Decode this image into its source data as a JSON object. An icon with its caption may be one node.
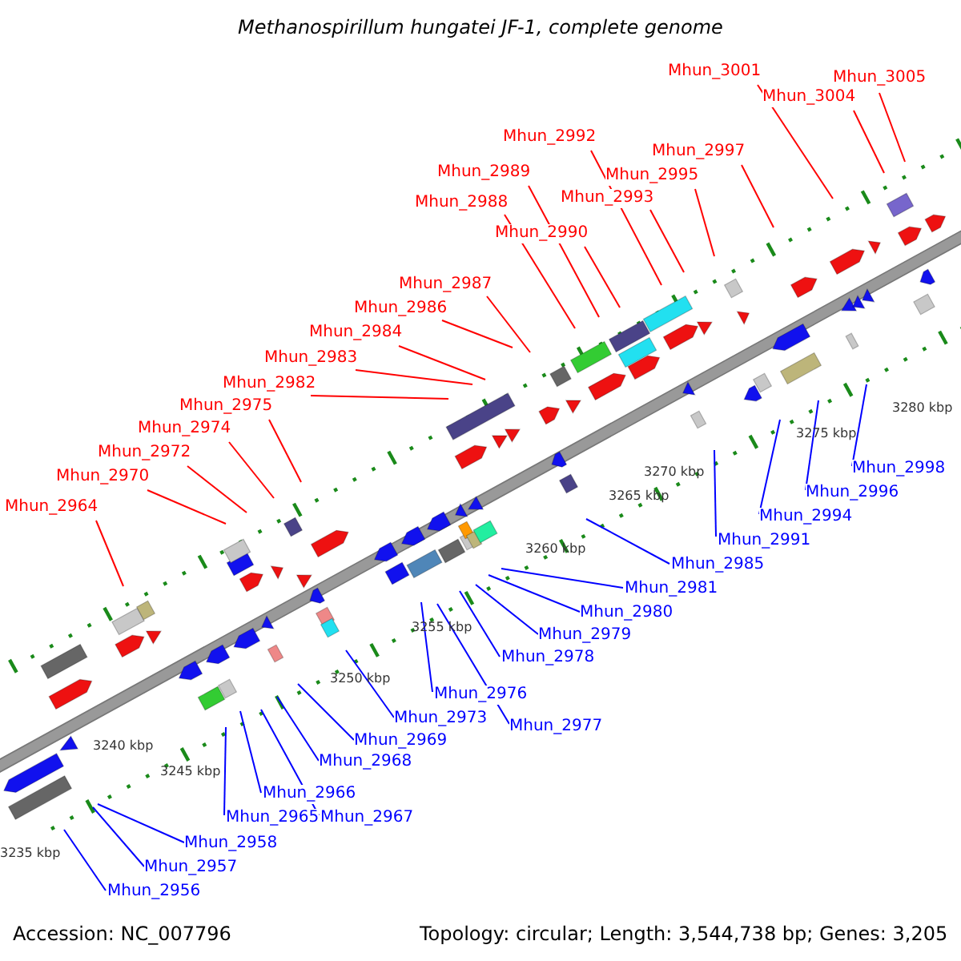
{
  "diagram": {
    "title": "Methanospirillum hungatei JF-1, complete genome",
    "nodes": [
      {
        "text": [
          "Mhun_2964"
        ]
      },
      {
        "text": [
          "Mhun_2970"
        ]
      },
      {
        "text": [
          "Mhun_2972"
        ]
      },
      {
        "text": [
          "Mhun_2974"
        ]
      },
      {
        "text": [
          "Mhun_2975"
        ]
      },
      {
        "text": [
          "Mhun_2982"
        ]
      },
      {
        "text": [
          "Mhun_2983"
        ]
      },
      {
        "text": [
          "Mhun_2984"
        ]
      },
      {
        "text": [
          "Mhun_2986"
        ]
      },
      {
        "text": [
          "Mhun_2987"
        ]
      },
      {
        "text": [
          "Mhun_2988"
        ]
      },
      {
        "text": [
          "Mhun_2989"
        ]
      },
      {
        "text": [
          "Mhun_2990"
        ]
      },
      {
        "text": [
          "Mhun_2992"
        ]
      },
      {
        "text": [
          "Mhun_2993"
        ]
      },
      {
        "text": [
          "Mhun_2995"
        ]
      },
      {
        "text": [
          "Mhun_2997"
        ]
      },
      {
        "text": [
          "Mhun_3001"
        ]
      },
      {
        "text": [
          "Mhun_3004"
        ]
      },
      {
        "text": [
          "Mhun_3005"
        ]
      },
      {
        "text": [
          "Mhun_2956"
        ]
      },
      {
        "text": [
          "Mhun_2957"
        ]
      },
      {
        "text": [
          "Mhun_2958"
        ]
      },
      {
        "text": [
          "Mhun_2965"
        ]
      },
      {
        "text": [
          "Mhun_2966"
        ]
      },
      {
        "text": [
          "Mhun_2967"
        ]
      },
      {
        "text": [
          "Mhun_2968"
        ]
      },
      {
        "text": [
          "Mhun_2969"
        ]
      },
      {
        "text": [
          "Mhun_2973"
        ]
      },
      {
        "text": [
          "Mhun_2976"
        ]
      },
      {
        "text": [
          "Mhun_2977"
        ]
      },
      {
        "text": [
          "Mhun_2978"
        ]
      },
      {
        "text": [
          "Mhun_2979"
        ]
      },
      {
        "text": [
          "Mhun_2980"
        ]
      },
      {
        "text": [
          "Mhun_2981"
        ]
      },
      {
        "text": [
          "Mhun_2985"
        ]
      },
      {
        "text": [
          "Mhun_2991"
        ]
      },
      {
        "text": [
          "Mhun_2994"
        ]
      },
      {
        "text": [
          "Mhun_2996"
        ]
      },
      {
        "text": [
          "Mhun_2998"
        ]
      }
    ],
    "edges": [
      {
        "from": 0,
        "to": null,
        "arrow": "none",
        "color": "#ff0000"
      },
      {
        "from": 1,
        "to": null,
        "arrow": "none",
        "color": "#ff0000"
      },
      {
        "from": 2,
        "to": null,
        "arrow": "none",
        "color": "#ff0000"
      },
      {
        "from": 3,
        "to": null,
        "arrow": "none",
        "color": "#ff0000"
      },
      {
        "from": 4,
        "to": null,
        "arrow": "none",
        "color": "#ff0000"
      },
      {
        "from": 5,
        "to": null,
        "arrow": "none",
        "color": "#ff0000"
      },
      {
        "from": 6,
        "to": null,
        "arrow": "none",
        "color": "#ff0000"
      },
      {
        "from": 7,
        "to": null,
        "arrow": "none",
        "color": "#ff0000"
      },
      {
        "from": 8,
        "to": null,
        "arrow": "none",
        "color": "#ff0000"
      },
      {
        "from": 9,
        "to": null,
        "arrow": "none",
        "color": "#ff0000"
      },
      {
        "from": 10,
        "to": null,
        "arrow": "none",
        "color": "#ff0000"
      },
      {
        "from": 11,
        "to": null,
        "arrow": "none",
        "color": "#ff0000"
      },
      {
        "from": 12,
        "to": null,
        "arrow": "none",
        "color": "#ff0000"
      },
      {
        "from": 13,
        "to": null,
        "arrow": "none",
        "color": "#ff0000"
      },
      {
        "from": 14,
        "to": null,
        "arrow": "none",
        "color": "#ff0000"
      },
      {
        "from": 15,
        "to": null,
        "arrow": "none",
        "color": "#ff0000"
      },
      {
        "from": 16,
        "to": null,
        "arrow": "none",
        "color": "#ff0000"
      },
      {
        "from": 17,
        "to": null,
        "arrow": "none",
        "color": "#ff0000"
      },
      {
        "from": 18,
        "to": null,
        "arrow": "none",
        "color": "#ff0000"
      },
      {
        "from": 19,
        "to": null,
        "arrow": "none",
        "color": "#ff0000"
      },
      {
        "from": 20,
        "to": null,
        "arrow": "none",
        "color": "#0000ff"
      },
      {
        "from": 21,
        "to": null,
        "arrow": "none",
        "color": "#0000ff"
      },
      {
        "from": 22,
        "to": null,
        "arrow": "none",
        "color": "#0000ff"
      },
      {
        "from": 23,
        "to": null,
        "arrow": "none",
        "color": "#0000ff"
      },
      {
        "from": 24,
        "to": null,
        "arrow": "none",
        "color": "#0000ff"
      },
      {
        "from": 25,
        "to": null,
        "arrow": "none",
        "color": "#0000ff"
      },
      {
        "from": 26,
        "to": null,
        "arrow": "none",
        "color": "#0000ff"
      },
      {
        "from": 27,
        "to": null,
        "arrow": "none",
        "color": "#0000ff"
      },
      {
        "from": 28,
        "to": null,
        "arrow": "none",
        "color": "#0000ff"
      },
      {
        "from": 29,
        "to": null,
        "arrow": "none",
        "color": "#0000ff"
      },
      {
        "from": 30,
        "to": null,
        "arrow": "none",
        "color": "#0000ff"
      },
      {
        "from": 31,
        "to": null,
        "arrow": "none",
        "color": "#0000ff"
      },
      {
        "from": 32,
        "to": null,
        "arrow": "none",
        "color": "#0000ff"
      },
      {
        "from": 33,
        "to": null,
        "arrow": "none",
        "color": "#0000ff"
      },
      {
        "from": 34,
        "to": null,
        "arrow": "none",
        "color": "#0000ff"
      },
      {
        "from": 35,
        "to": null,
        "arrow": "none",
        "color": "#0000ff"
      },
      {
        "from": 36,
        "to": null,
        "arrow": "none",
        "color": "#0000ff"
      },
      {
        "from": 37,
        "to": null,
        "arrow": "none",
        "color": "#0000ff"
      },
      {
        "from": 38,
        "to": null,
        "arrow": "none",
        "color": "#0000ff"
      },
      {
        "from": 39,
        "to": null,
        "arrow": "none",
        "color": "#0000ff"
      }
    ],
    "labels": [
      "3235 kbp",
      "3240 kbp",
      "3245 kbp",
      "3250 kbp",
      "3255 kbp",
      "3260 kbp",
      "3265 kbp",
      "3270 kbp",
      "3275 kbp",
      "3280 kbp",
      "Accession: NC_007796",
      "Topology: circular; Length: 3,544,738 bp; Genes: 3,205"
    ]
  }
}
